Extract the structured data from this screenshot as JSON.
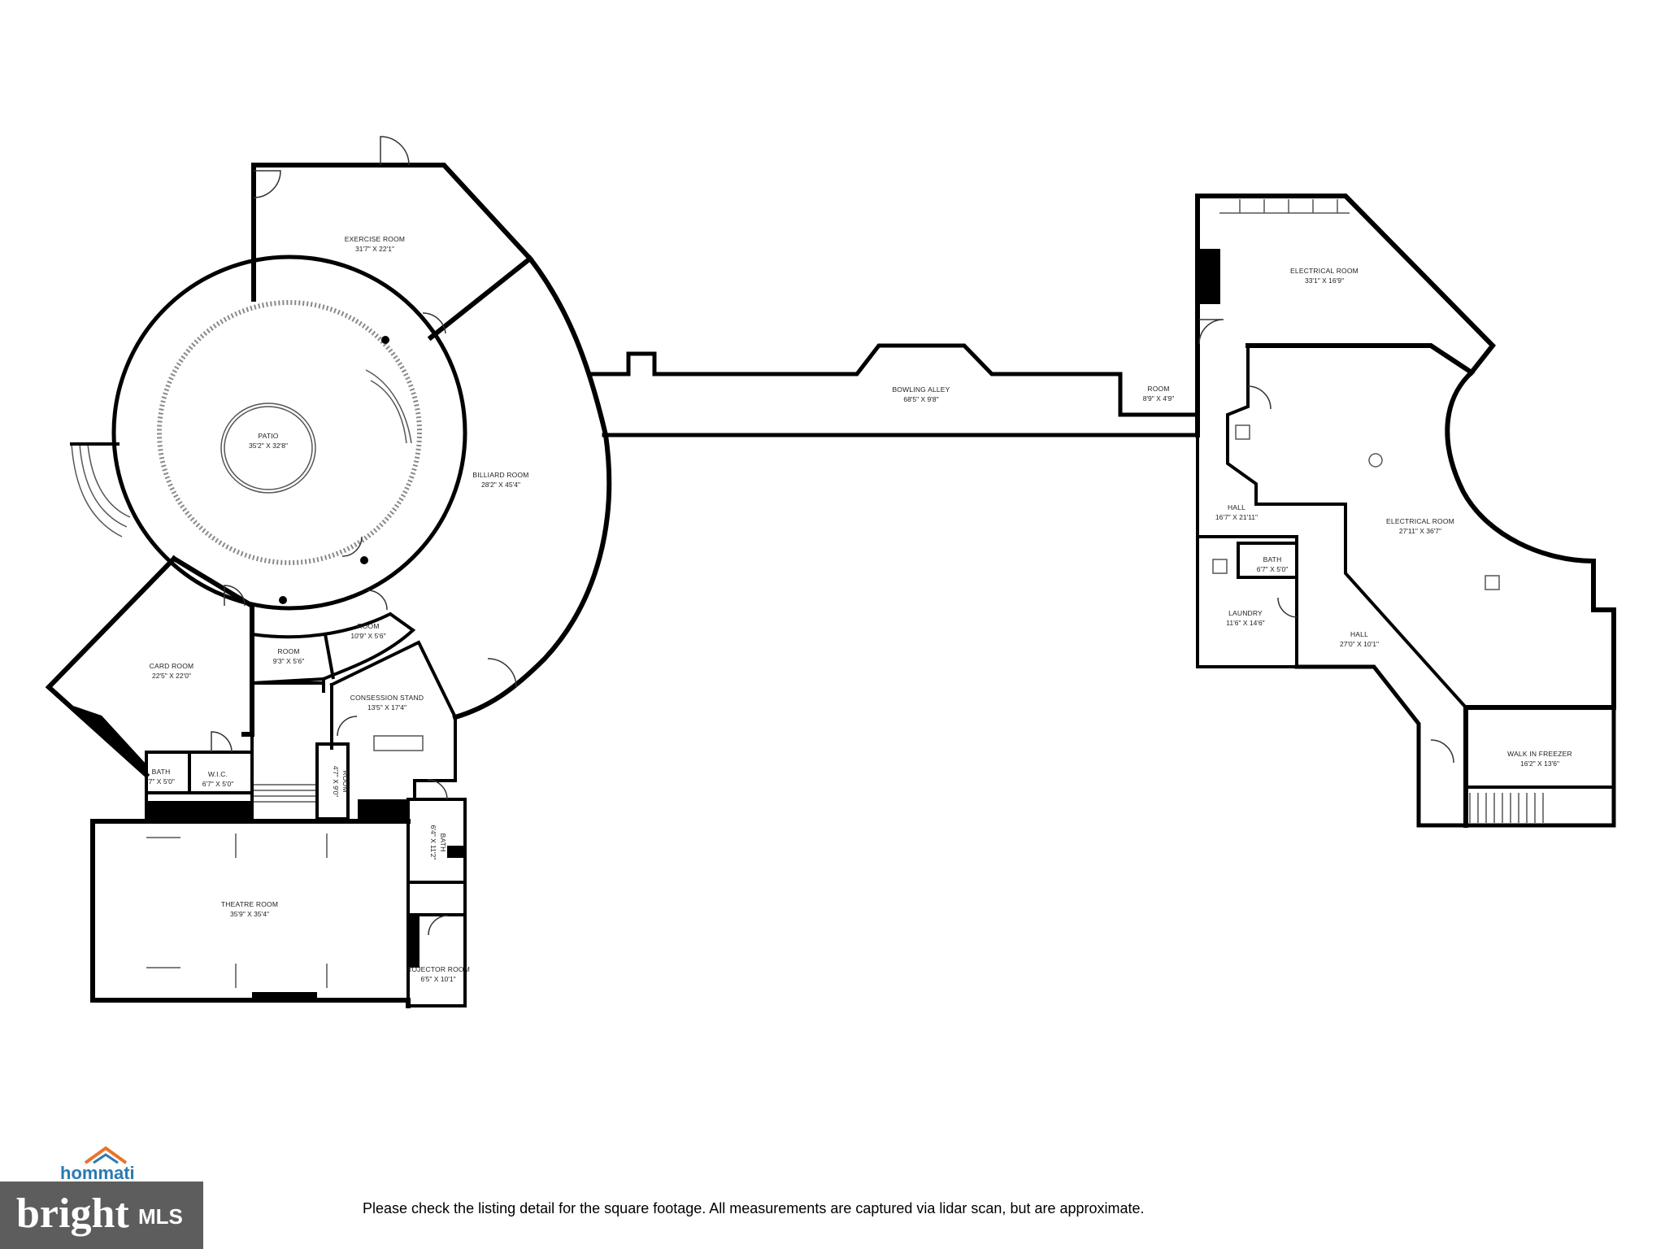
{
  "rooms": {
    "exercise": {
      "name": "EXERCISE ROOM",
      "dims": "31'7\" X 22'1\""
    },
    "patio": {
      "name": "PATIO",
      "dims": "35'2\" X 32'8\""
    },
    "billiard": {
      "name": "BILLIARD ROOM",
      "dims": "28'2\" X 45'4\""
    },
    "card": {
      "name": "CARD ROOM",
      "dims": "22'5\" X 22'0\""
    },
    "room_a": {
      "name": "ROOM",
      "dims": "9'3\" X 5'6\""
    },
    "room_b": {
      "name": "ROOM",
      "dims": "10'9\" X 5'6\""
    },
    "concession": {
      "name": "CONSESSION STAND",
      "dims": "13'5\" X 17'4\""
    },
    "bath_left": {
      "name": "BATH",
      "dims": "'7\" X 5'0\""
    },
    "wic": {
      "name": "W.I.C.",
      "dims": "6'7\" X 5'0\""
    },
    "room_vert": {
      "name": "ROOM",
      "dims": "4'7\" X 9'0\""
    },
    "bath_vert": {
      "name": "BATH",
      "dims": "6'4\" X 11'2\""
    },
    "theatre": {
      "name": "THEATRE ROOM",
      "dims": "35'9\" X 35'4\""
    },
    "projector": {
      "name": "ROJECTOR ROOM",
      "dims": "6'5\" X 10'1\""
    },
    "bowling": {
      "name": "BOWLING ALLEY",
      "dims": "68'5\" X 9'8\""
    },
    "room_c": {
      "name": "ROOM",
      "dims": "8'9\" X 4'9\""
    },
    "elec_top": {
      "name": "ELECTRICAL ROOM",
      "dims": "33'1\" X 16'9\""
    },
    "elec_main": {
      "name": "ELECTRICAL ROOM",
      "dims": "27'11\" X 36'7\""
    },
    "hall_a": {
      "name": "HALL",
      "dims": "16'7\" X 21'11\""
    },
    "bath_right": {
      "name": "BATH",
      "dims": "6'7\" X 5'0\""
    },
    "laundry": {
      "name": "LAUNDRY",
      "dims": "11'6\" X 14'6\""
    },
    "hall_b": {
      "name": "HALL",
      "dims": "27'0\" X 10'1\""
    },
    "freezer": {
      "name": "WALK IN FREEZER",
      "dims": "16'2\" X 13'6\""
    }
  },
  "footer": {
    "disclaimer": "Please check the listing detail for the square footage. All measurements are captured via lidar scan, but are approximate.",
    "hommati_logo": "hommati",
    "bright_logo": "bright",
    "mls_logo": "MLS"
  },
  "colors": {
    "wall": "#000000",
    "background": "#ffffff",
    "logo_bg": "#5d5d5d",
    "hommati_blue": "#2a7ab0"
  }
}
